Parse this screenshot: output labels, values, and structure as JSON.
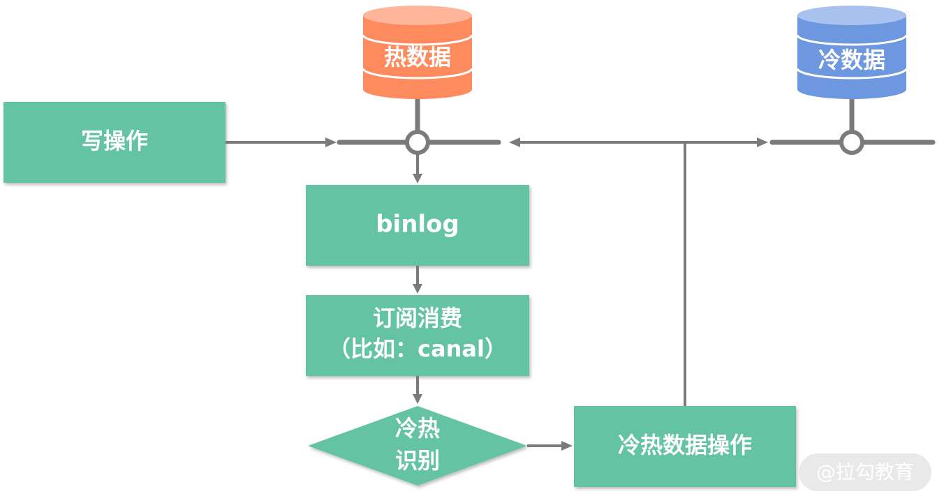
{
  "nodes": {
    "hot_db": "热数据",
    "cold_db": "冷数据",
    "write_op": "写操作",
    "binlog": "binlog",
    "subscribe_line1": "订阅消费",
    "subscribe_line2": "（比如：canal）",
    "identify_line1": "冷热",
    "identify_line2": "识别",
    "hot_cold_op": "冷热数据操作"
  },
  "watermark": "@拉勾教育",
  "colors": {
    "process_box": "#63c3a3",
    "hot_db": "#fe8b5e",
    "hot_db_top": "#feb59a",
    "cold_db": "#6d98e0",
    "cold_db_top": "#a9c1ee",
    "connector": "#7b7b7b"
  }
}
